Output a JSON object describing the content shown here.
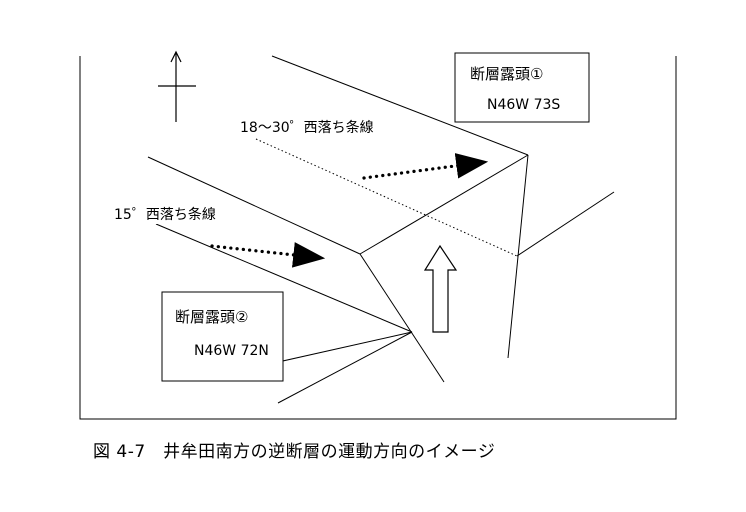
{
  "outcrop_1": {
    "title": "断層露頭①",
    "strike_dip": "N46W 73S"
  },
  "outcrop_2": {
    "title": "断層露頭②",
    "strike_dip": "N46W 72N"
  },
  "striation_upper_label": "18～30゜西落ち条線",
  "striation_lower_label": "15゜西落ち条線",
  "caption": "図 4-7　井牟田南方の逆断層の運動方向のイメージ"
}
